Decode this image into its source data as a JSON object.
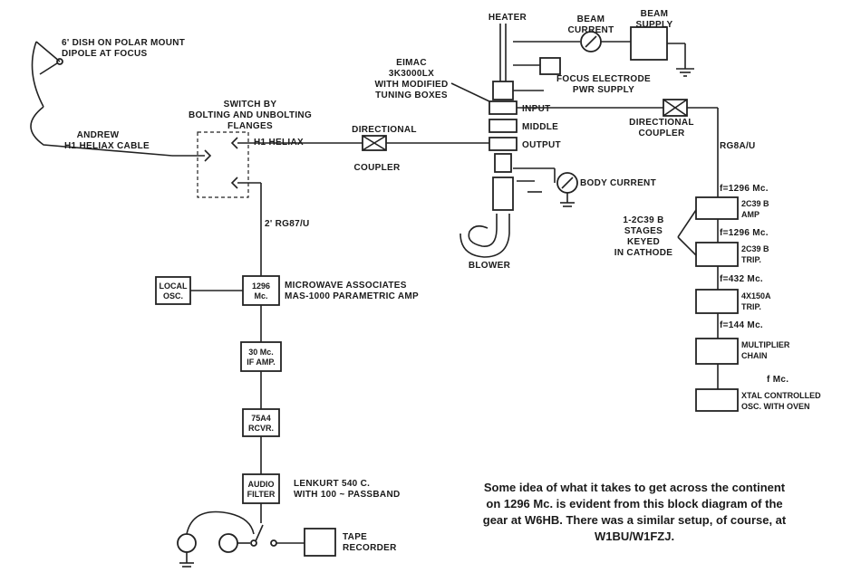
{
  "labels": {
    "dish": [
      "6' DISH ON POLAR MOUNT",
      "DIPOLE AT FOCUS"
    ],
    "andrew": [
      "ANDREW",
      "H1 HELIAX CABLE"
    ],
    "switch_note": [
      "SWITCH BY",
      "BOLTING AND UNBOLTING",
      "FLANGES"
    ],
    "h1_heliax": "H1 HELIAX",
    "coupler_left": [
      "DIRECTIONAL",
      "COUPLER"
    ],
    "rg87": "2' RG87/U",
    "heater": "HEATER",
    "beam_current": [
      "BEAM",
      "CURRENT"
    ],
    "beam_supply": [
      "BEAM",
      "SUPPLY"
    ],
    "focus_supply": [
      "FOCUS ELECTRODE",
      "PWR SUPPLY"
    ],
    "klystron": [
      "EIMAC",
      "3K3000LX",
      "WITH MODIFIED",
      "TUNING BOXES"
    ],
    "cavities": [
      "INPUT",
      "MIDDLE",
      "OUTPUT"
    ],
    "coupler_right": [
      "DIRECTIONAL",
      "COUPLER"
    ],
    "body_current": "BODY CURRENT",
    "blower": "BLOWER",
    "rg8": "RG8A/U",
    "freqs": [
      "f=1296 Mc.",
      "f=1296 Mc.",
      "f=432 Mc.",
      "f=144 Mc.",
      "f Mc."
    ],
    "keyed": [
      "1-2C39 B",
      "STAGES",
      "KEYED",
      "IN CATHODE"
    ],
    "chain_blocks": [
      [
        "2C39 B",
        "AMP"
      ],
      [
        "2C39 B",
        "TRIP."
      ],
      [
        "4X150A",
        "TRIP."
      ],
      [
        "MULTIPLIER",
        "CHAIN"
      ],
      [
        "XTAL CONTROLLED",
        "OSC. WITH OVEN"
      ]
    ],
    "local_osc": [
      "LOCAL",
      "OSC."
    ],
    "mixer": [
      "1296",
      "Mc."
    ],
    "paramp": [
      "MICROWAVE ASSOCIATES",
      "MAS-1000 PARAMETRIC AMP"
    ],
    "if_amp": [
      "30 Mc.",
      "IF AMP."
    ],
    "receiver": [
      "75A4",
      "RCVR."
    ],
    "audio_filter": [
      "AUDIO",
      "FILTER"
    ],
    "lenkurt": [
      "LENKURT 540 C.",
      "WITH 100 ~ PASSBAND"
    ],
    "tape": [
      "TAPE",
      "RECORDER"
    ]
  },
  "caption": [
    "Some idea of what it takes to get across the continent",
    "on 1296 Mc. is evident from this block diagram of the",
    "gear at W6HB. There was a similar setup, of course, at",
    "W1BU/W1FZJ."
  ]
}
